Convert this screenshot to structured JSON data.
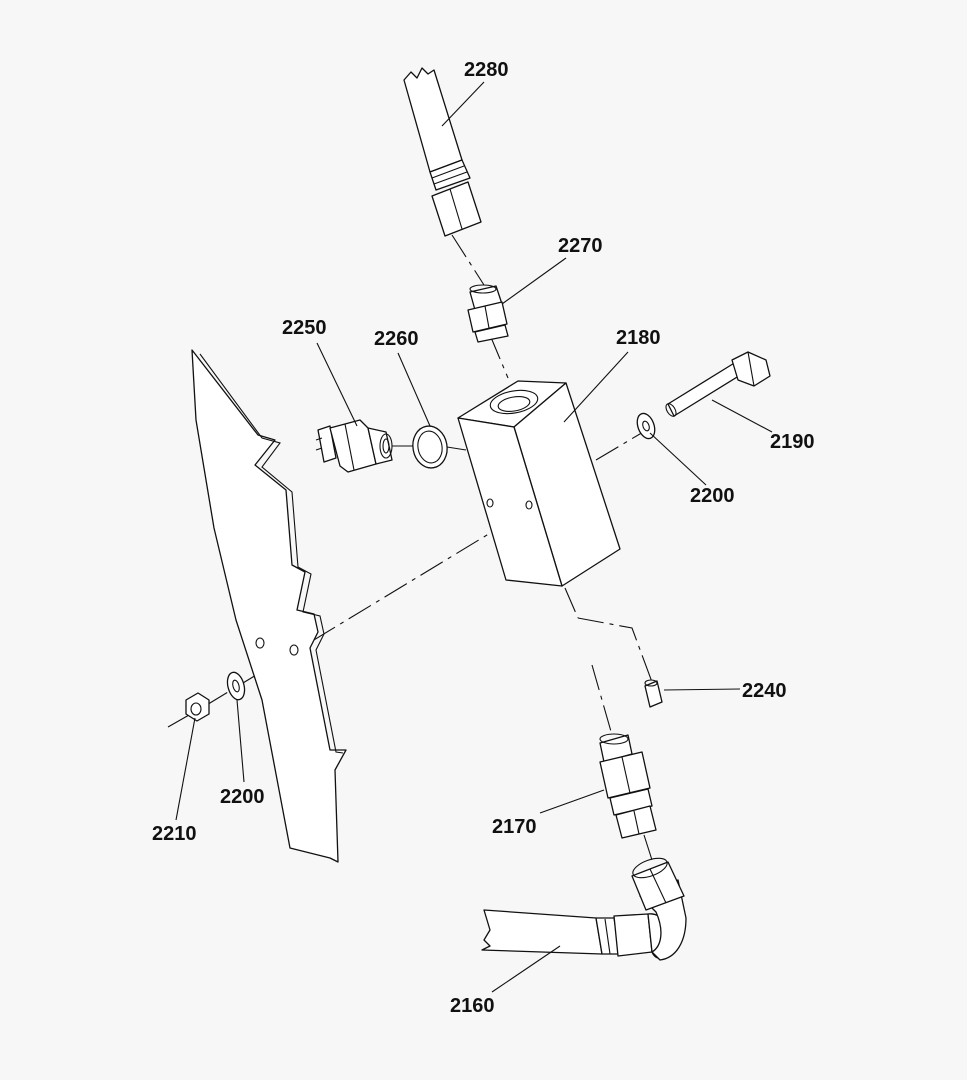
{
  "callouts": {
    "c2280": "2280",
    "c2270": "2270",
    "c2250": "2250",
    "c2260": "2260",
    "c2180": "2180",
    "c2190": "2190",
    "c2200_right": "2200",
    "c2240": "2240",
    "c2170": "2170",
    "c2210": "2210",
    "c2200_left": "2200",
    "c2160": "2160"
  }
}
